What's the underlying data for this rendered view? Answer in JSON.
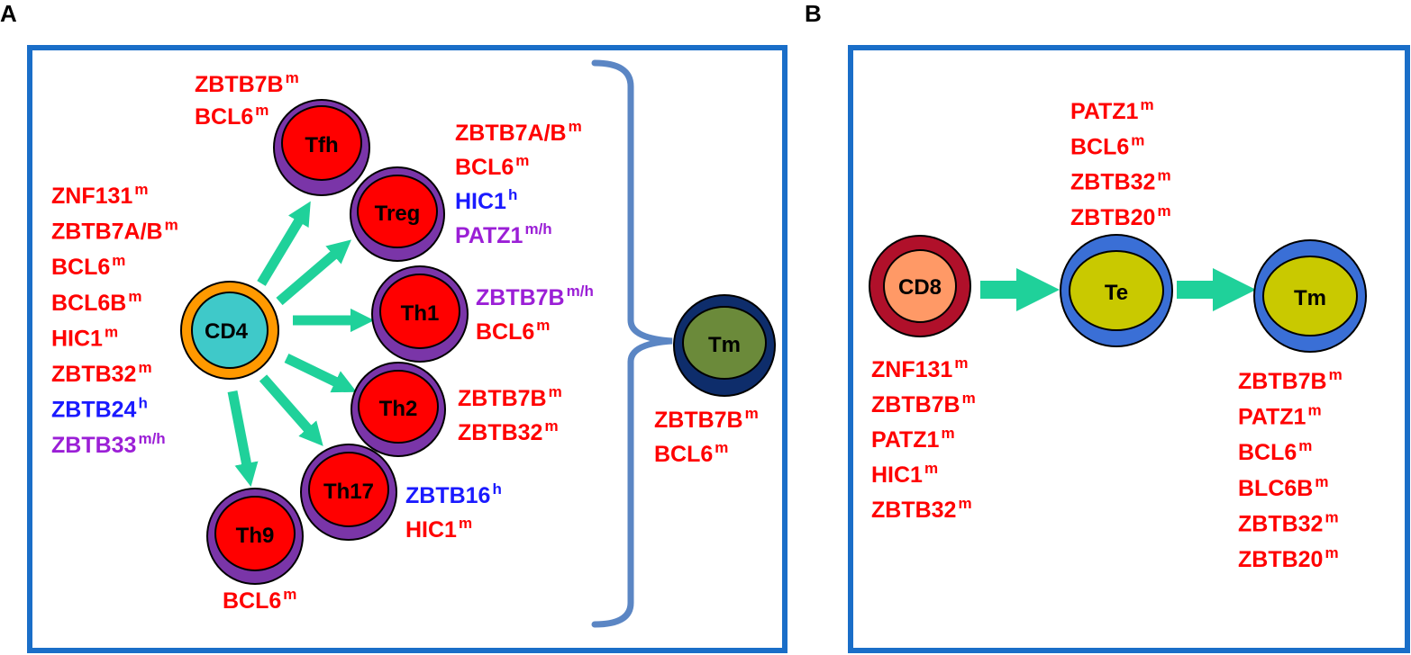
{
  "colors": {
    "red": "#ff0000",
    "blue": "#1a1aff",
    "purple": "#9b1fd6",
    "arrow": "#1fd19a",
    "panel_border": "#1a6ec8",
    "bracket": "#5b86c4",
    "cell_red": "#ff0000",
    "cell_purple_ring": "#7a35a8",
    "cd4_ring": "#ff9900",
    "cd4_inner": "#3fc9c9",
    "cd8_ring": "#b0102a",
    "cd8_inner": "#ff9966",
    "te_ring": "#3a6fd6",
    "te_inner": "#c9c900",
    "tmA_ring": "#0e2d6b",
    "tmA_inner": "#6b8a3a"
  },
  "panels": {
    "a": {
      "letter": "A"
    },
    "b": {
      "letter": "B"
    }
  },
  "cells": {
    "a": {
      "cd4": "CD4",
      "tfh": "Tfh",
      "treg": "Treg",
      "th1": "Th1",
      "th2": "Th2",
      "th17": "Th17",
      "th9": "Th9",
      "tm": "Tm"
    },
    "b": {
      "cd8": "CD8",
      "te": "Te",
      "tm": "Tm"
    }
  },
  "genes": {
    "a": {
      "tfh": [
        {
          "name": "ZBTB7B",
          "sup": "m",
          "color": "red"
        },
        {
          "name": "BCL6",
          "sup": "m",
          "color": "red"
        }
      ],
      "cd4": [
        {
          "name": "ZNF131",
          "sup": "m",
          "color": "red"
        },
        {
          "name": "ZBTB7A/B",
          "sup": "m",
          "color": "red"
        },
        {
          "name": "BCL6",
          "sup": "m",
          "color": "red"
        },
        {
          "name": "BCL6B",
          "sup": "m",
          "color": "red"
        },
        {
          "name": "HIC1",
          "sup": "m",
          "color": "red"
        },
        {
          "name": "ZBTB32",
          "sup": "m",
          "color": "red"
        },
        {
          "name": "ZBTB24",
          "sup": "h",
          "color": "blue"
        },
        {
          "name": "ZBTB33",
          "sup": "m/h",
          "color": "purple"
        }
      ],
      "treg": [
        {
          "name": "ZBTB7A/B",
          "sup": "m",
          "color": "red"
        },
        {
          "name": "BCL6",
          "sup": "m",
          "color": "red"
        },
        {
          "name": "HIC1",
          "sup": "h",
          "color": "blue"
        },
        {
          "name": "PATZ1",
          "sup": "m/h",
          "color": "purple"
        }
      ],
      "th1": [
        {
          "name": "ZBTB7B",
          "sup": "m/h",
          "color": "purple"
        },
        {
          "name": "BCL6",
          "sup": "m",
          "color": "red"
        }
      ],
      "th2": [
        {
          "name": "ZBTB7B",
          "sup": "m",
          "color": "red"
        },
        {
          "name": "ZBTB32",
          "sup": "m",
          "color": "red"
        }
      ],
      "th17": [
        {
          "name": "ZBTB16",
          "sup": "h",
          "color": "blue"
        },
        {
          "name": "HIC1",
          "sup": "m",
          "color": "red"
        }
      ],
      "th9": [
        {
          "name": "BCL6",
          "sup": "m",
          "color": "red"
        }
      ],
      "tm": [
        {
          "name": "ZBTB7B",
          "sup": "m",
          "color": "red"
        },
        {
          "name": "BCL6",
          "sup": "m",
          "color": "red"
        }
      ]
    },
    "b": {
      "te": [
        {
          "name": "PATZ1",
          "sup": "m",
          "color": "red"
        },
        {
          "name": "BCL6",
          "sup": "m",
          "color": "red"
        },
        {
          "name": "ZBTB32",
          "sup": "m",
          "color": "red"
        },
        {
          "name": "ZBTB20",
          "sup": "m",
          "color": "red"
        }
      ],
      "cd8": [
        {
          "name": "ZNF131",
          "sup": "m",
          "color": "red"
        },
        {
          "name": "ZBTB7B",
          "sup": "m",
          "color": "red"
        },
        {
          "name": "PATZ1",
          "sup": "m",
          "color": "red"
        },
        {
          "name": "HIC1",
          "sup": "m",
          "color": "red"
        },
        {
          "name": "ZBTB32",
          "sup": "m",
          "color": "red"
        }
      ],
      "tm": [
        {
          "name": "ZBTB7B",
          "sup": "m",
          "color": "red"
        },
        {
          "name": "PATZ1",
          "sup": "m",
          "color": "red"
        },
        {
          "name": "BCL6",
          "sup": "m",
          "color": "red"
        },
        {
          "name": "BLC6B",
          "sup": "m",
          "color": "red"
        },
        {
          "name": "ZBTB32",
          "sup": "m",
          "color": "red"
        },
        {
          "name": "ZBTB20",
          "sup": "m",
          "color": "red"
        }
      ]
    }
  }
}
